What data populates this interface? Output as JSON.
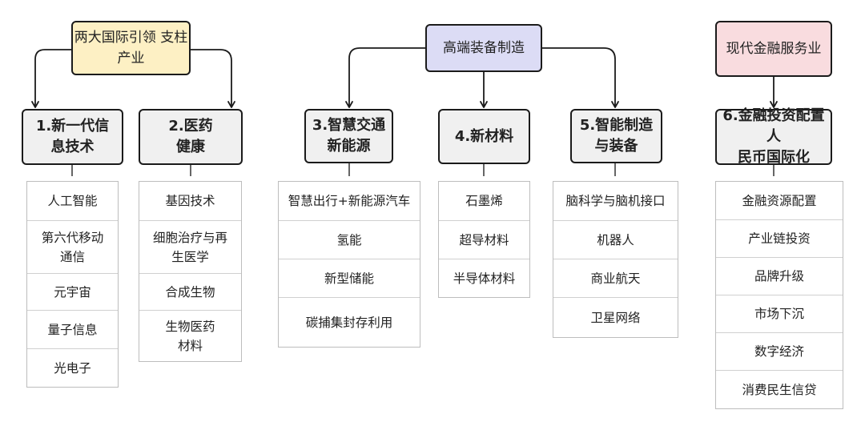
{
  "tops": [
    {
      "label": "两大国际引领\n支柱产业",
      "color": "#fdf0c4"
    },
    {
      "label": "高端装备制造",
      "color": "#dcdcf5"
    },
    {
      "label": "现代金融服务业",
      "color": "#f9dcdf"
    }
  ],
  "columns": [
    {
      "title": "1.新一代信\n息技术",
      "items": [
        "人工智能",
        "第六代移动\n通信",
        "元宇宙",
        "量子信息",
        "光电子"
      ]
    },
    {
      "title": "2.医药\n健康",
      "items": [
        "基因技术",
        "细胞治疗与再\n生医学",
        "合成生物",
        "生物医药\n材料"
      ]
    },
    {
      "title": "3.智慧交通\n新能源",
      "items": [
        "智慧出行+新能源汽车",
        "氢能",
        "新型储能",
        "碳捕集封存利用"
      ]
    },
    {
      "title": "4.新材料",
      "items": [
        "石墨烯",
        "超导材料",
        "半导体材料"
      ]
    },
    {
      "title": "5.智能制造\n与装备",
      "items": [
        "脑科学与脑机接口",
        "机器人",
        "商业航天",
        "卫星网络"
      ]
    },
    {
      "title": "6.金融投资配置人\n民币国际化",
      "items": [
        "金融资源配置",
        "产业链投资",
        "品牌升级",
        "市场下沉",
        "数字经济",
        "消费民生信贷"
      ]
    }
  ]
}
